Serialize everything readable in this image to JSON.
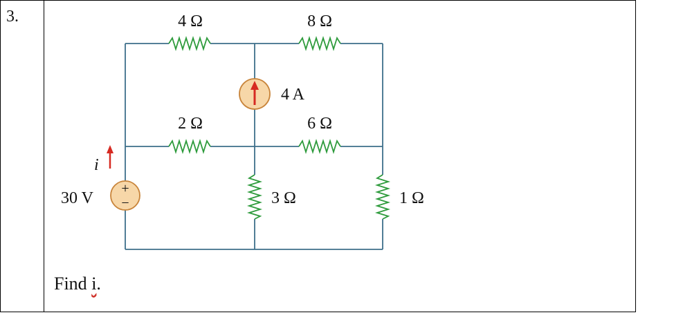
{
  "question": {
    "number": "3.",
    "prompt_prefix": "Find ",
    "prompt_var": "i",
    "prompt_suffix": "."
  },
  "diagram": {
    "labels": {
      "r_top_left": "4 Ω",
      "r_top_right": "8 Ω",
      "current_source": "4 A",
      "r_mid_left": "2 Ω",
      "r_mid_right": "6 Ω",
      "r_bottom_mid": "3 Ω",
      "r_bottom_right": "1 Ω",
      "voltage_source": "30 V",
      "current_i": "i",
      "plus": "+",
      "minus": "−"
    },
    "colors": {
      "wire": "#3d6f8a",
      "resistor": "#2e9b3c",
      "source_fill": "#f7d7a8",
      "source_stroke": "#c8843a",
      "arrow": "#d62a22"
    }
  }
}
